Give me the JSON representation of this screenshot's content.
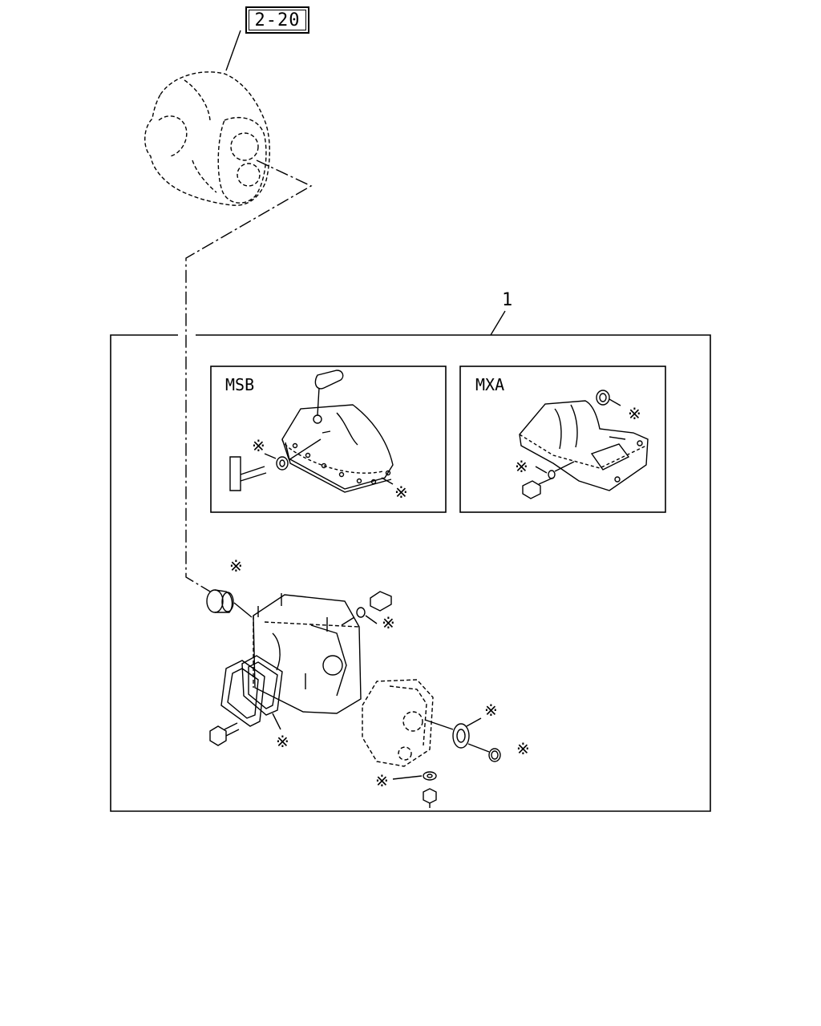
{
  "reference": {
    "label": "2-20"
  },
  "assembly": {
    "item_number": "1"
  },
  "insets": [
    {
      "label": "MSB"
    },
    {
      "label": "MXA"
    }
  ],
  "marks": {
    "symbol": "※"
  }
}
